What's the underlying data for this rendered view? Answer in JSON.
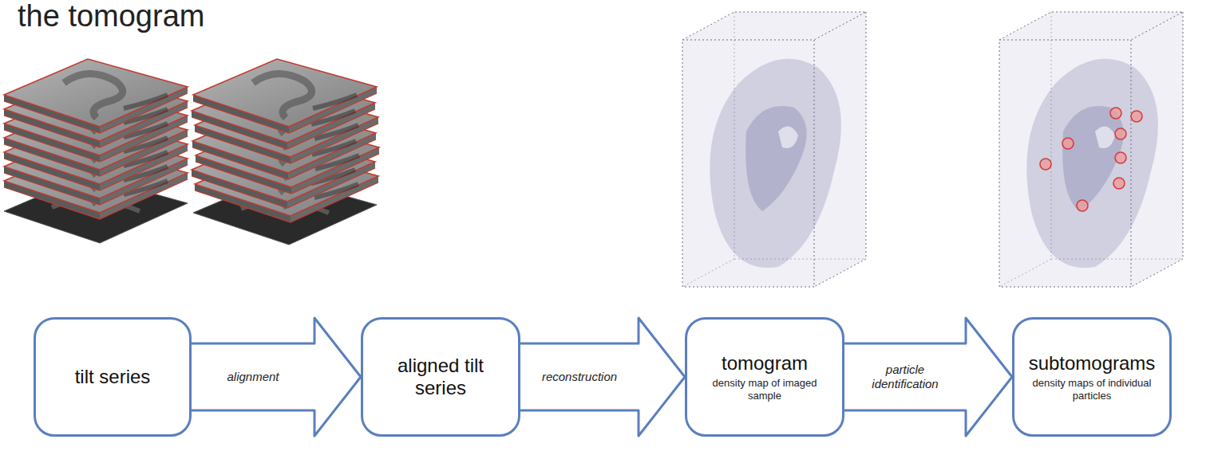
{
  "diagram": {
    "nodes": [
      {
        "text": [
          "tilt series"
        ]
      },
      {
        "text": [
          "aligned tilt series"
        ]
      },
      {
        "text": [
          "tomogram",
          "density map of imaged sample"
        ]
      },
      {
        "text": [
          "subtomograms",
          "density maps of individual particles"
        ]
      }
    ],
    "edges": [
      {
        "from": 0,
        "to": 1,
        "label": "alignment",
        "arrow": "to"
      },
      {
        "from": 1,
        "to": 2,
        "label": "reconstruction",
        "arrow": "to"
      },
      {
        "from": 2,
        "to": 3,
        "label": "particle identification",
        "arrow": "to"
      }
    ],
    "labels": [
      "the tomogram"
    ]
  }
}
